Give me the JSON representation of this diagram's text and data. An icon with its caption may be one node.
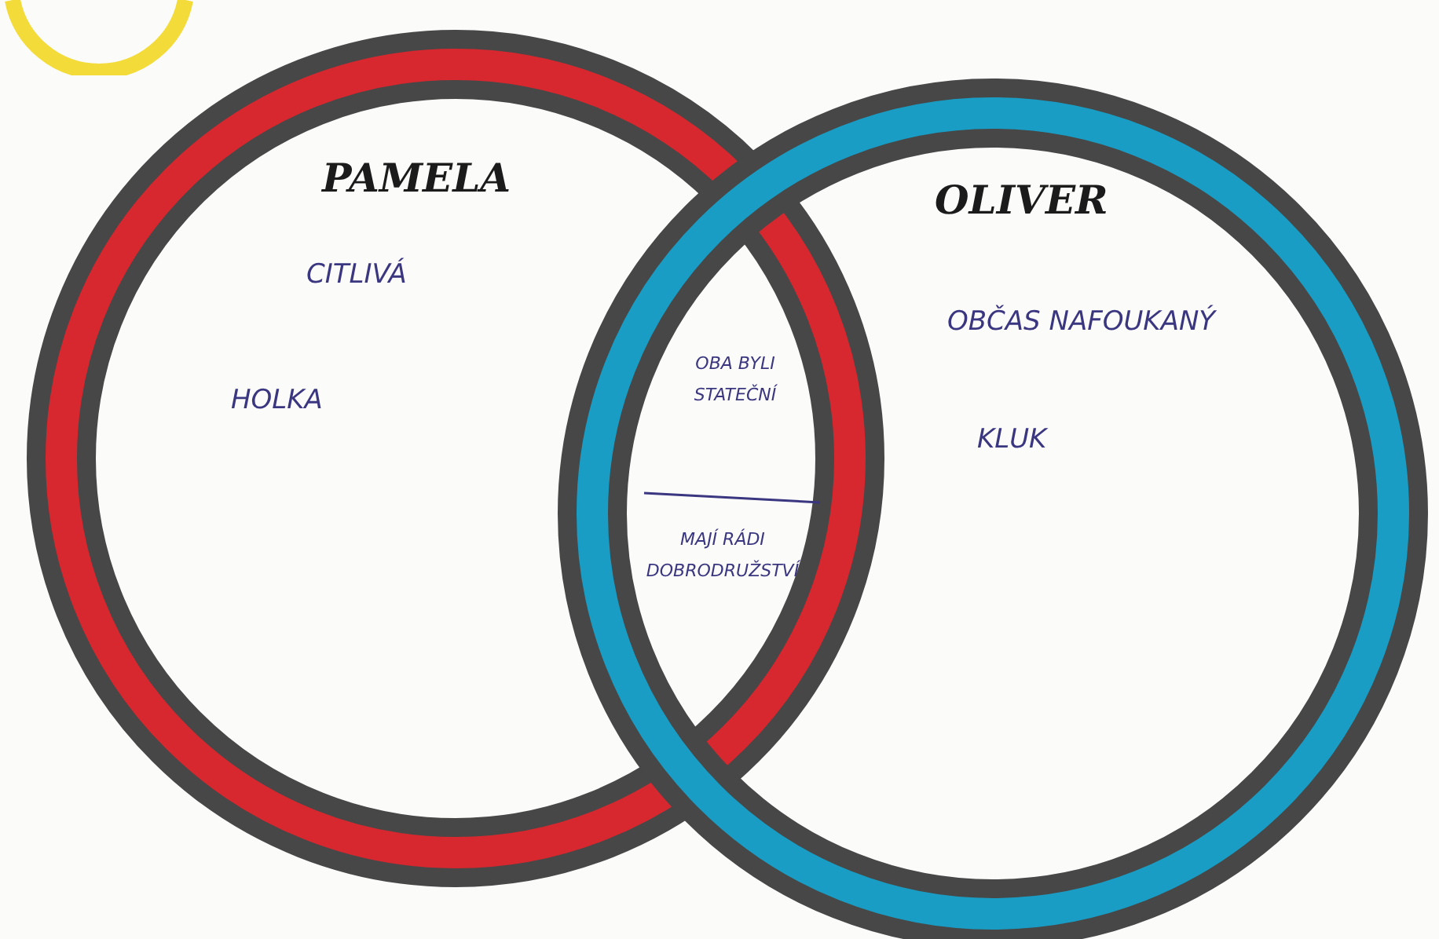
{
  "diagram": {
    "nodes": [
      {
        "text": [
          "PAMELA",
          "CITLIVÁ",
          "HOLKA"
        ]
      },
      {
        "text": [
          "OLIVER",
          "OBČAS NAFOUKANÝ",
          "KLUK"
        ]
      }
    ],
    "edges": [],
    "labels": [
      "OBA BYLI STATEČNÍ",
      "MAJÍ RÁDI DOBRODRUŽSTVÍ"
    ]
  }
}
